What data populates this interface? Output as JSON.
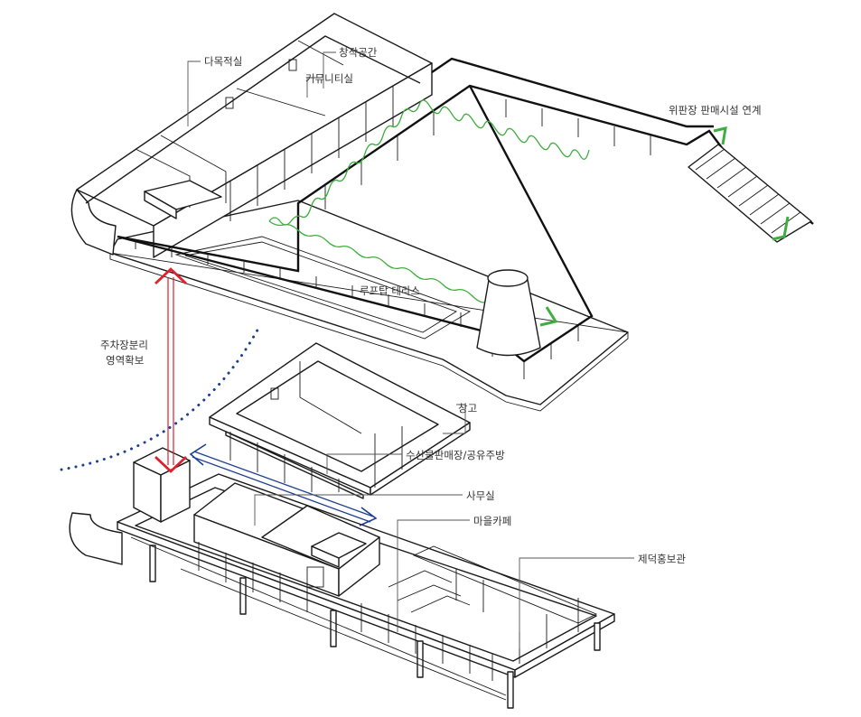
{
  "labels": {
    "multipurpose_room": "다목적실",
    "creative_space": "창작공간",
    "community_room": "커뮤니티실",
    "consignment_link": "위판장 판매시설 연계",
    "rooftop_terrace": "루프탑 테라스",
    "parking_line1": "주차장분리",
    "parking_line2": "영역확보",
    "storage": "창고",
    "seafood_store": "수산물판매장/공유주방",
    "office": "사무실",
    "village_cafe": "마을카페",
    "promo_hall": "제덕홍보관"
  },
  "colors": {
    "line": "#1a1a1a",
    "green_path": "#3fae3f",
    "red_arrow": "#e0202a",
    "blue_arrow": "#1d3f8f",
    "dotted_arc": "#1d3f8f",
    "label_text": "#333333"
  }
}
